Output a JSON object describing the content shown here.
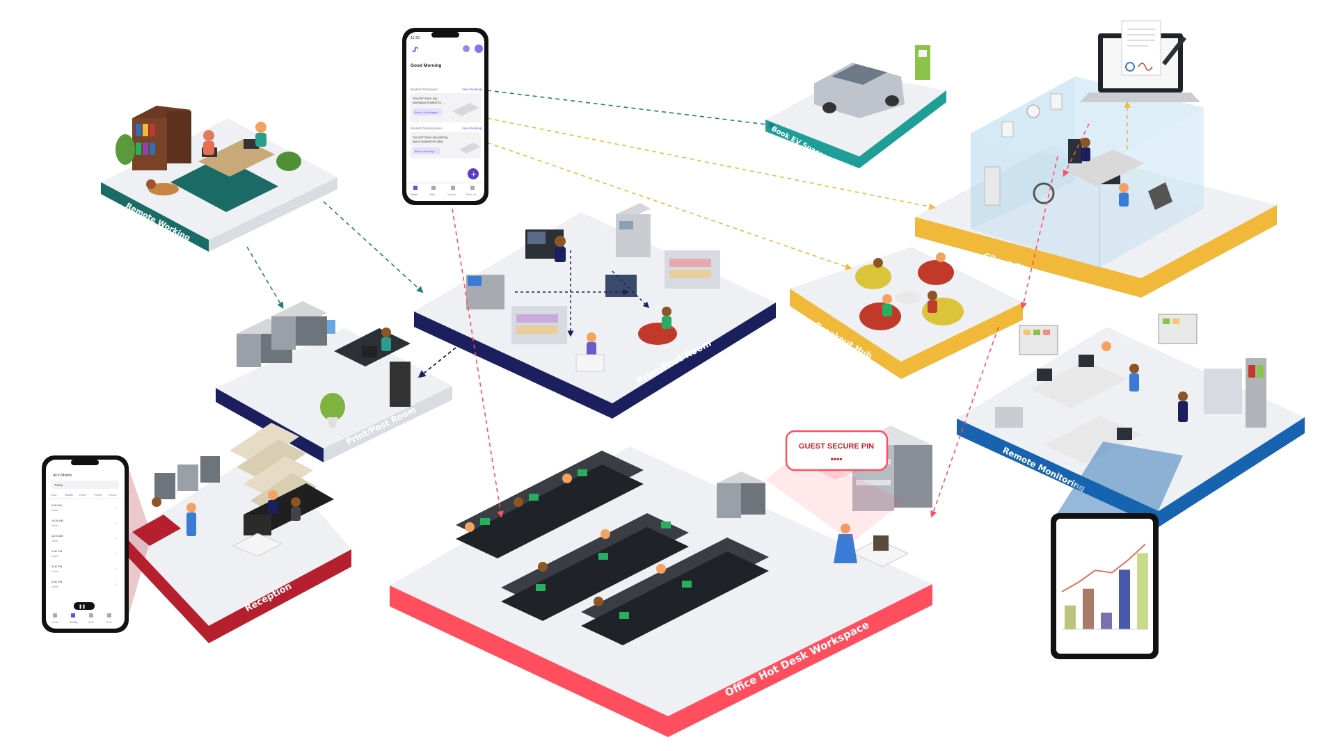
{
  "colors": {
    "teal": "#1a6b66",
    "navy": "#1b1f5e",
    "ev_teal": "#1e9e96",
    "yellow": "#f0b93a",
    "red": "#ff4e5e",
    "dark_red": "#b51f2e",
    "blue": "#1763b0",
    "floor": "#eef0f3"
  },
  "zones": {
    "remote_working": "Remote Working",
    "print_post_small": "Print/Post Room",
    "print_post_main": "Print/Post Room",
    "book_ev": "Book EV Spaces",
    "client_site": "Client Site",
    "breakout_hub": "Breakout Hub",
    "remote_monitoring": "Remote Monitoring",
    "reception": "Reception",
    "office_hot_desk": "Office Hot Desk Workspace"
  },
  "guest_pin": {
    "title": "GUEST SECURE PIN",
    "dots": "••••"
  },
  "phone_main": {
    "time": "11:30",
    "greeting": "Good Morning",
    "booked_workspace": "Booked Workspace",
    "view_bookings_1": "View Bookings",
    "workspace_msg_1": "You don't have any",
    "workspace_msg_2": "workspace booked for ...",
    "book_workspace": "Book a Workspace",
    "booked_parking": "Booked Parking Space",
    "view_bookings_2": "View Bookings",
    "parking_msg_1": "You don't have any parking",
    "parking_msg_2": "space booked for today",
    "book_parking": "Book a Parking ...",
    "nav": [
      "Home",
      "Office",
      "Venues",
      "Book Lift"
    ]
  },
  "phone_reception": {
    "title": "All in Motion",
    "field": "Today",
    "tabs": [
      "Today",
      "Visitors",
      "Desks",
      "Parking",
      "Rooms"
    ],
    "entries": [
      {
        "time": "9:00 AM",
        "name": "Visitor"
      },
      {
        "time": "10:30 AM",
        "name": "Visitor"
      },
      {
        "time": "11:00 AM",
        "name": "Visitor"
      },
      {
        "time": "1:30 PM",
        "name": "Visitor"
      },
      {
        "time": "3:00 PM",
        "name": "Visitor"
      },
      {
        "time": "4:30 PM",
        "name": "Visitor"
      }
    ],
    "nav": [
      "Home",
      "Activity",
      "Visits",
      "Tools"
    ]
  },
  "tablet_chart": {
    "bars": [
      {
        "value": 2,
        "color": "#bcc47c"
      },
      {
        "value": 3.4,
        "color": "#a77b68"
      },
      {
        "value": 1.4,
        "color": "#7a6fb0"
      },
      {
        "value": 5,
        "color": "#4a58a8"
      },
      {
        "value": 6.4,
        "color": "#c6dc8c"
      }
    ],
    "max": 7,
    "trend": [
      2.8,
      3.6,
      4.6,
      4.4,
      5.5,
      6.8
    ]
  }
}
